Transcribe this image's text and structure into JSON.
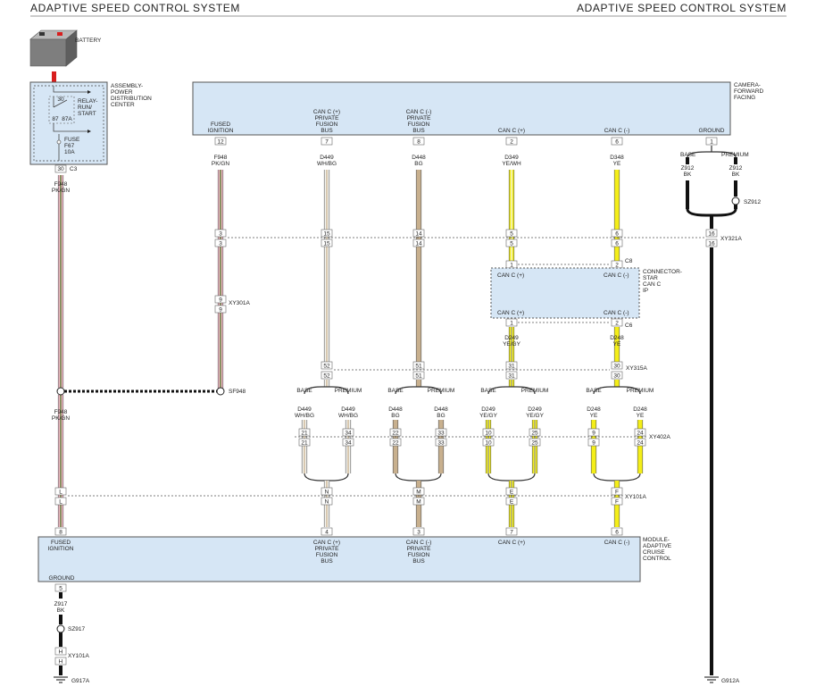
{
  "header": {
    "left_title": "ADAPTIVE SPEED CONTROL SYSTEM",
    "right_title": "ADAPTIVE SPEED CONTROL SYSTEM"
  },
  "battery": {
    "label": "BATTERY"
  },
  "pdc": {
    "label": [
      "ASSEMBLY-",
      "POWER",
      "DISTRIBUTION",
      "CENTER"
    ],
    "relay": [
      "RELAY-",
      "RUN/",
      "START"
    ],
    "relay_pins": [
      "30",
      "87",
      "87A"
    ],
    "fuse": [
      "FUSE",
      "F67",
      "10A"
    ],
    "pin": "30",
    "connector": "C3"
  },
  "camera": {
    "label": [
      "CAMERA-",
      "FORWARD",
      "FACING"
    ],
    "pins": [
      {
        "lines": [
          "FUSED",
          "IGNITION"
        ],
        "pin": "12"
      },
      {
        "lines": [
          "CAN C (+)",
          "PRIVATE",
          "FUSION",
          "BUS"
        ],
        "pin": "7"
      },
      {
        "lines": [
          "CAN C (-)",
          "PRIVATE",
          "FUSION",
          "BUS"
        ],
        "pin": "8"
      },
      {
        "lines": [
          "CAN C (+)"
        ],
        "pin": "2"
      },
      {
        "lines": [
          "CAN C (-)"
        ],
        "pin": "6"
      },
      {
        "lines": [
          "GROUND"
        ],
        "pin": "1"
      }
    ]
  },
  "wires_top": [
    {
      "circuit": "F948",
      "color": "PK/GN"
    },
    {
      "circuit": "D449",
      "color": "WH/BG"
    },
    {
      "circuit": "D448",
      "color": "BG"
    },
    {
      "circuit": "D349",
      "color": "YE/WH"
    },
    {
      "circuit": "D348",
      "color": "YE"
    }
  ],
  "ground_camera": {
    "base": "BASE",
    "premium": "PREMIUM",
    "circuit": "Z912",
    "color": "BK",
    "splice": "SZ912",
    "ground": "G912A"
  },
  "connectors": {
    "xy321a": {
      "name": "XY321A",
      "pins": [
        "3",
        "15",
        "14",
        "5",
        "6",
        "16"
      ]
    },
    "xy301a": {
      "name": "XY301A",
      "pin": "9"
    },
    "xy315a": {
      "name": "XY315A",
      "pins": [
        "52",
        "51",
        "31",
        "30"
      ]
    },
    "xy402a": {
      "name": "XY402A",
      "pins_base": [
        "21",
        "22",
        "10",
        "9"
      ],
      "pins_premium": [
        "34",
        "33",
        "25",
        "24"
      ]
    },
    "xy101a": {
      "name": "XY101A",
      "pins": [
        "L",
        "N",
        "M",
        "E",
        "F"
      ]
    }
  },
  "star": {
    "label": [
      "CONNECTOR-",
      "STAR",
      "CAN C",
      "IP"
    ],
    "top_pins": [
      {
        "label": "CAN C (+)",
        "pin": "1"
      },
      {
        "label": "CAN C (-)",
        "pin": "2"
      }
    ],
    "bottom_pins": [
      {
        "label": "CAN C (+)",
        "pin": "1"
      },
      {
        "label": "CAN C (-)",
        "pin": "2"
      }
    ],
    "top_connector": "C8",
    "bottom_connector": "C6"
  },
  "star_wires": [
    {
      "circuit": "D249",
      "color": "YE/GY"
    },
    {
      "circuit": "D248",
      "color": "YE"
    }
  ],
  "splice_sf948": "SF948",
  "left_wire_lower": {
    "circuit": "F948",
    "color": "PK/GN"
  },
  "left_wire_upper": {
    "circuit": "F948",
    "color": "PK/GN"
  },
  "branches": [
    {
      "base": "BASE",
      "premium": "PREMIUM",
      "circuit": "D449",
      "color": "WH/BG"
    },
    {
      "base": "BASE",
      "premium": "PREMIUM",
      "circuit": "D448",
      "color": "BG"
    },
    {
      "base": "BASE",
      "premium": "PREMIUM",
      "circuit": "D249",
      "color": "YE/GY"
    },
    {
      "base": "BASE",
      "premium": "PREMIUM",
      "circuit": "D248",
      "color": "YE"
    }
  ],
  "module": {
    "label": [
      "MODULE-",
      "ADAPTIVE",
      "CRUISE",
      "CONTROL"
    ],
    "pins": [
      {
        "lines": [
          "FUSED",
          "IGNITION"
        ],
        "pin": "8"
      },
      {
        "lines": [
          "CAN C (+)",
          "PRIVATE",
          "FUSION",
          "BUS"
        ],
        "pin": "4"
      },
      {
        "lines": [
          "CAN C (-)",
          "PRIVATE",
          "FUSION",
          "BUS"
        ],
        "pin": "3"
      },
      {
        "lines": [
          "CAN C (+)"
        ],
        "pin": "7"
      },
      {
        "lines": [
          "CAN C (-)"
        ],
        "pin": "6"
      }
    ],
    "ground_label": "GROUND",
    "ground_pin": "5"
  },
  "ground_module": {
    "circuit": "Z917",
    "color": "BK",
    "splice": "SZ917",
    "connector": "XY101A",
    "pin": "H",
    "ground": "G917A"
  },
  "wire_colors": {
    "pkgn": "#f2b8c6",
    "green": "#4f7a2c",
    "white": "#f4f4f0",
    "beige": "#c8b08e",
    "yellow": "#f4ee18",
    "gray": "#9a9a9a",
    "black": "#111111",
    "box_fill": "#d6e6f5",
    "battery_red": "#d81e1e"
  }
}
